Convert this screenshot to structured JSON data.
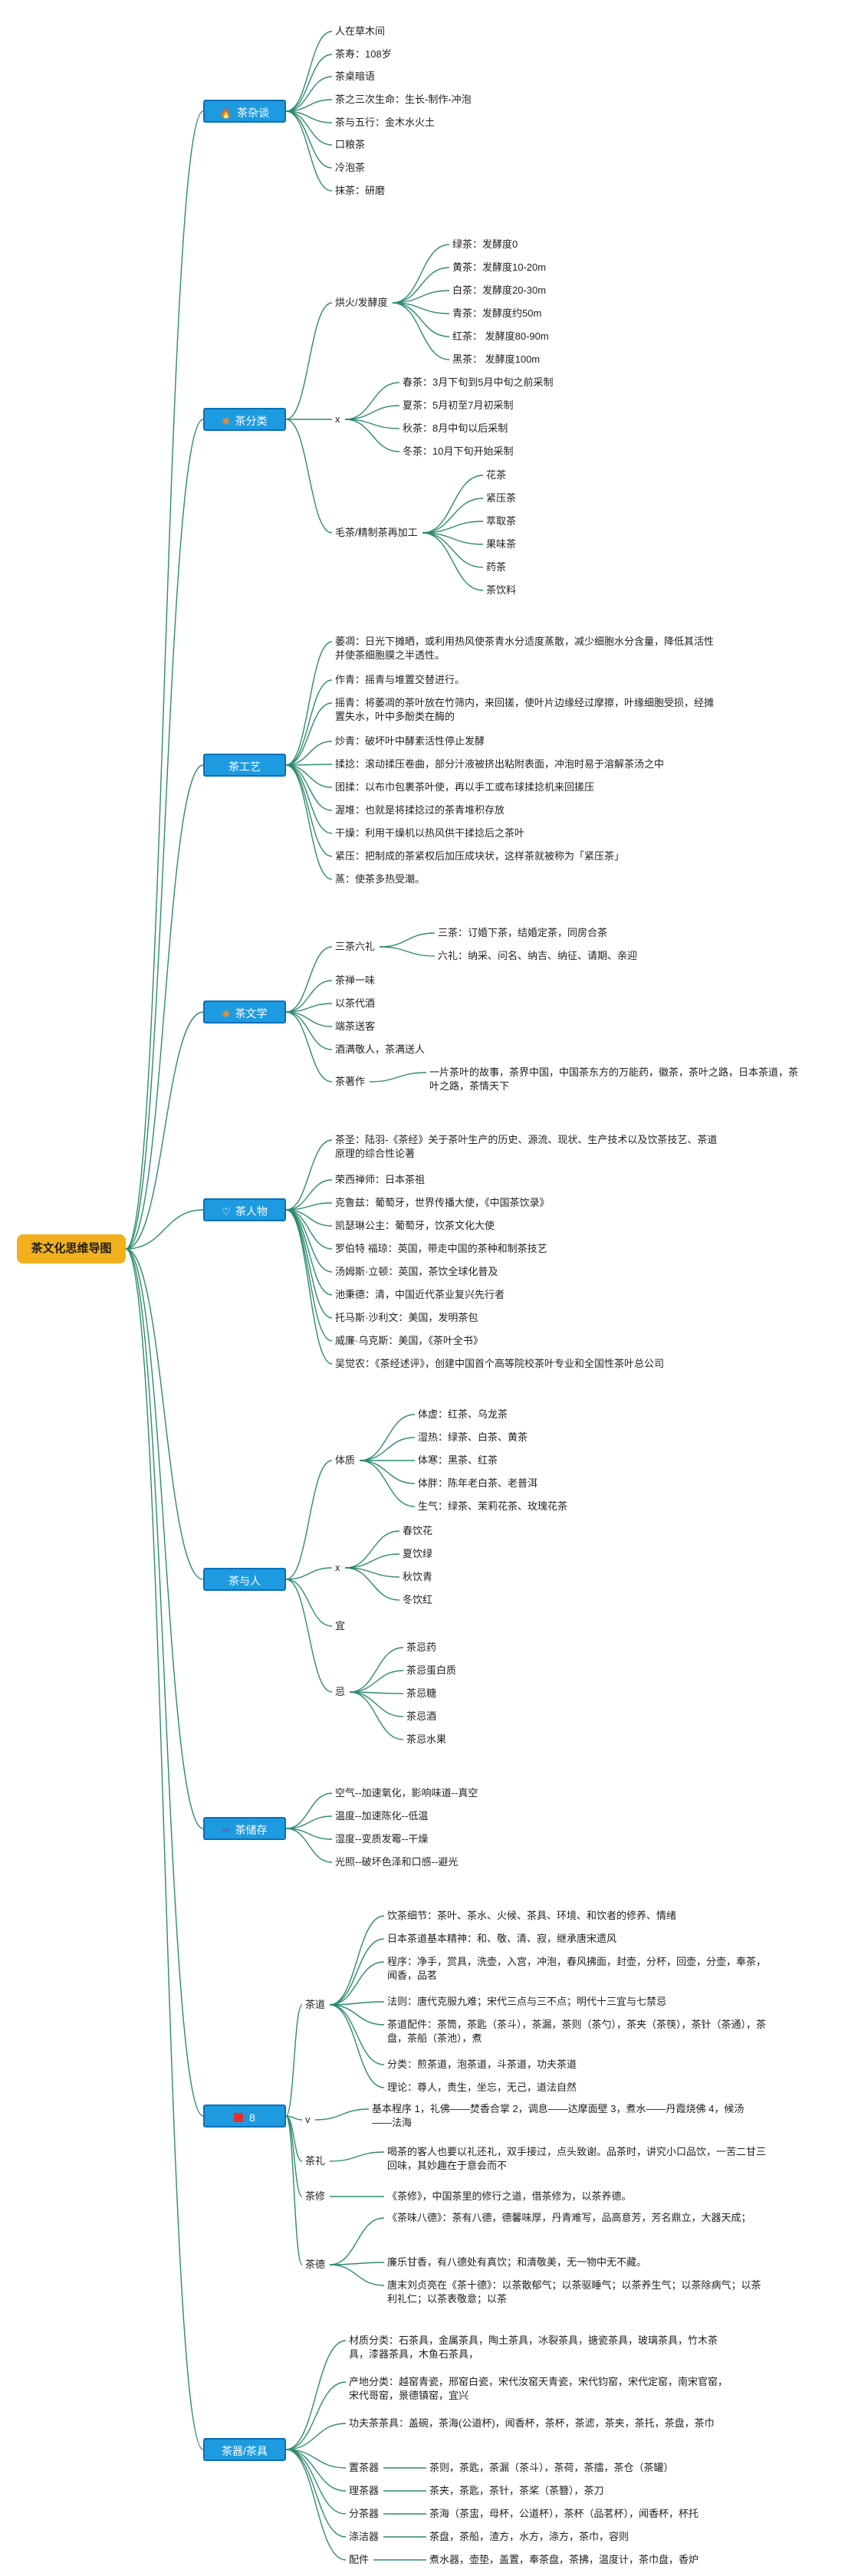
{
  "root": "茶文化思维导图",
  "branches": {
    "zatan": {
      "label": "茶杂谈",
      "icon": "fire-icon",
      "items": [
        "人在草木间",
        "茶寿：108岁",
        "茶桌暗语",
        "茶之三次生命：生长-制作-冲泡",
        "茶与五行：金木水火土",
        "口粮茶",
        "冷泡茶",
        "抹茶：研磨"
      ]
    },
    "fenlei": {
      "label": "茶分类",
      "icon": "sun-icon",
      "fermentation": {
        "label": "烘火/发酵度",
        "items": [
          "绿茶：发酵度0",
          "黄茶：发酵度10-20m",
          "白茶：发酵度20-30m",
          "青茶：发酵度约50m",
          "红茶：  发酵度80-90m",
          "黑茶：  发酵度100m"
        ]
      },
      "season": {
        "label": "x",
        "items": [
          "春茶：3月下旬到5月中旬之前采制",
          "夏茶：5月初至7月初采制",
          "秋茶：8月中旬以后采制",
          "冬茶：10月下旬开始采制"
        ]
      },
      "reprocess": {
        "label": "毛茶/精制茶再加工",
        "items": [
          "花茶",
          "紧压茶",
          "萃取茶",
          "果味茶",
          "药茶",
          "茶饮料"
        ]
      }
    },
    "gongyi": {
      "label": "茶工艺",
      "items": [
        "萎凋：日光下摊晒，或利用热风使茶青水分适度蒸散，减少细胞水分含量，降低其活性并使茶细胞膜之半透性。",
        "作青：摇青与堆置交替进行。",
        "摇青：将萎凋的茶叶放在竹筛内，来回搓，使叶片边缘经过摩擦，叶缘细胞受损，经摊置失水，叶中多酚类在酶的",
        "炒青：破坏叶中酵素活性停止发酵",
        "揉捻：滚动揉压卷曲，部分汁液被挤出粘附表面，冲泡时易于溶解茶汤之中",
        "团揉：以布巾包裹茶叶使，再以手工或布球揉捻机来回搓压",
        "渥堆：也就是将揉捻过的茶青堆积存放",
        "干燥：利用干燥机以热风供干揉捻后之茶叶",
        "紧压：把制成的茶紧权后加压成块状，这样茶就被称为「紧压茶」",
        "蒸：使茶多热受潮。"
      ]
    },
    "wenxue": {
      "label": "茶文学",
      "icon": "sun-icon",
      "liuli": {
        "label": "三茶六礼",
        "items": [
          "三茶：订婚下茶，结婚定茶，同房合茶",
          "六礼：纳采、问名、纳吉、纳征、请期、亲迎"
        ]
      },
      "items": [
        "茶禅一味",
        "以茶代酒",
        "端茶送客",
        "酒满敬人，茶满送人"
      ],
      "works": {
        "label": "茶著作",
        "text": "一片茶叶的故事，茶界中国，中国茶东方的万能药，徽茶，茶叶之路，日本茶道，茶叶之路，茶情天下"
      }
    },
    "renwu": {
      "label": "茶人物",
      "icon": "heart-icon",
      "items": [
        "茶圣：陆羽-《茶经》关于茶叶生产的历史、源流、现状、生产技术以及饮茶技艺、茶道原理的综合性论著",
        "荣西禅师：日本茶祖",
        "克鲁兹：葡萄牙，世界传播大使，《中国茶饮录》",
        "凯瑟琳公主：葡萄牙，饮茶文化大使",
        "罗伯特 福琼：英国，带走中国的茶种和制茶技艺",
        "汤姆斯·立顿：英国，茶饮全球化普及",
        "池秉德：清，中国近代茶业复兴先行者",
        "托马斯·沙利文：美国，发明茶包",
        "威廉·乌克斯：美国，《茶叶全书》",
        "吴觉农：《茶经述评》，创建中国首个高等院校茶叶专业和全国性茶叶总公司"
      ]
    },
    "yuren": {
      "label": "茶与人",
      "tizhi": {
        "label": "体质",
        "items": [
          "体虚：红茶、乌龙茶",
          "湿热：绿茶、白茶、黄茶",
          "体寒：黑茶、红茶",
          "体胖：陈年老白茶、老普洱",
          "生气：绿茶、茉莉花茶、玫瑰花茶"
        ]
      },
      "season": {
        "label": "x",
        "items": [
          "春饮花",
          "夏饮绿",
          "秋饮青",
          "冬饮红"
        ]
      },
      "yi": {
        "label": "宜"
      },
      "ji": {
        "label": "忌",
        "items": [
          "茶忌药",
          "茶忌蛋白质",
          "茶忌糖",
          "茶忌酒",
          "茶忌水果"
        ]
      }
    },
    "chucun": {
      "label": "茶储存",
      "icon": "scissors-icon",
      "items": [
        "空气--加速氧化，影响味道--真空",
        "温度--加速陈化--低温",
        "湿度--变质发霉--干燥",
        "光照--破坏色泽和口感--避光"
      ]
    },
    "dao": {
      "label": "8",
      "icon": "red-square-icon",
      "chadao": {
        "label": "茶道",
        "items": [
          "饮茶细节：茶叶、茶水、火候、茶具、环境、和饮者的修养、情绪",
          "日本茶道基本精神：和、敬、清、寂，继承唐宋遗风",
          "程序：净手，赏具，洗壶，入宫，冲泡，春风拂面，封壶，分杯，回壶，分壶，奉茶，闻香，品茗",
          "法则：唐代克服九难；宋代三点与三不点；明代十三宜与七禁忌",
          "茶道配件：茶筒，茶匙（茶斗），茶漏，茶则（茶勺），茶夹（茶筷），茶针（茶通），茶盘，茶船（茶池），煮",
          "分类：煎茶道，泡茶道，斗茶道，功夫茶道",
          "理论：尊人，贵生，坐忘，无己，道法自然"
        ]
      },
      "yi": {
        "label": "v",
        "text": "基本程序 1，礼佛——焚香合掌 2，调息——达摩面壁 3，煮水——丹霞烧佛 4，候汤——法海"
      },
      "chali": {
        "label": "茶礼",
        "text": "喝茶的客人也要以礼还礼，双手接过，点头致谢。品茶时，讲究小口品饮，一苦二甘三回味，其妙趣在于意会而不"
      },
      "chaxiu": {
        "label": "茶修",
        "text": "《茶修》，中国茶里的修行之道，借茶修为，以茶养德。"
      },
      "chade": {
        "label": "茶德",
        "items": [
          "《茶味八德》：茶有八德，德馨味厚，丹青难写，品高意芳，芳名鼎立，大器天成；",
          "廉乐甘香，有八德处有真饮；和清敬美，无一物中无不藏。",
          "唐末刘贞亮在《茶十德》：以茶散郁气；以茶驱睡气；以茶养生气；以茶除病气；以茶利礼仁；以茶表敬意；以茶"
        ]
      }
    },
    "chaqi": {
      "label": "茶器/茶具",
      "items": [
        "材质分类：石茶具，金属茶具，陶土茶具，冰裂茶具，搪瓷茶具，玻璃茶具，竹木茶具，漆器茶具，木鱼石茶具，",
        "产地分类：越窑青瓷，邢窑白瓷，宋代汝窑天青瓷，宋代钧窑，宋代定窑，南宋官窑，宋代哥窑，景德镇窑，宜兴",
        "功夫茶茶具：盖碗，茶海(公道杯)，闻香杯，茶杯，茶滤，茶夹，茶托，茶盘，茶巾"
      ],
      "tools": [
        {
          "label": "置茶器",
          "text": "茶则，茶匙，茶漏（茶斗），茶荷，茶擂，茶仓（茶罐）"
        },
        {
          "label": "理茶器",
          "text": "茶夹，茶匙，茶针，茶桨（茶簪），茶刀"
        },
        {
          "label": "分茶器",
          "text": "茶海（茶盅，母杯，公道杯），茶杯（品茗杯），闻香杯，杯托"
        },
        {
          "label": "涤洁器",
          "text": "茶盘，茶船，渣方，水方，涤方，茶巾，容则"
        },
        {
          "label": "配件",
          "text": "煮水器，壶垫，盖置，奉茶盘，茶拂，温度计，茶巾盘，香炉"
        }
      ]
    }
  },
  "colors": {
    "root": "#f2b01e",
    "branch": "#1e9be0",
    "branch_border": "#0a6fb6",
    "wire": "#2e8b6e",
    "red": "#e8302a"
  }
}
